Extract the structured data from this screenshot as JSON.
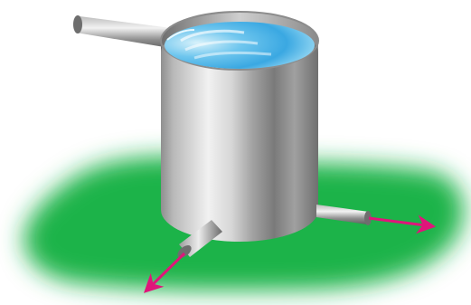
{
  "diagram": {
    "subject": "water-tank",
    "colors": {
      "ground": "#1fb34a",
      "arrow": "#e0157a",
      "water": "#4db5ea",
      "water_light": "#d8f2fb",
      "metal_light": "#eeeeee",
      "metal_dark": "#6f6f6f"
    },
    "elements": [
      "inlet-pipe",
      "tank-body",
      "water-surface",
      "outlet-pipe-left",
      "outlet-pipe-right",
      "flow-arrow-left",
      "flow-arrow-right",
      "ground-patch"
    ]
  }
}
